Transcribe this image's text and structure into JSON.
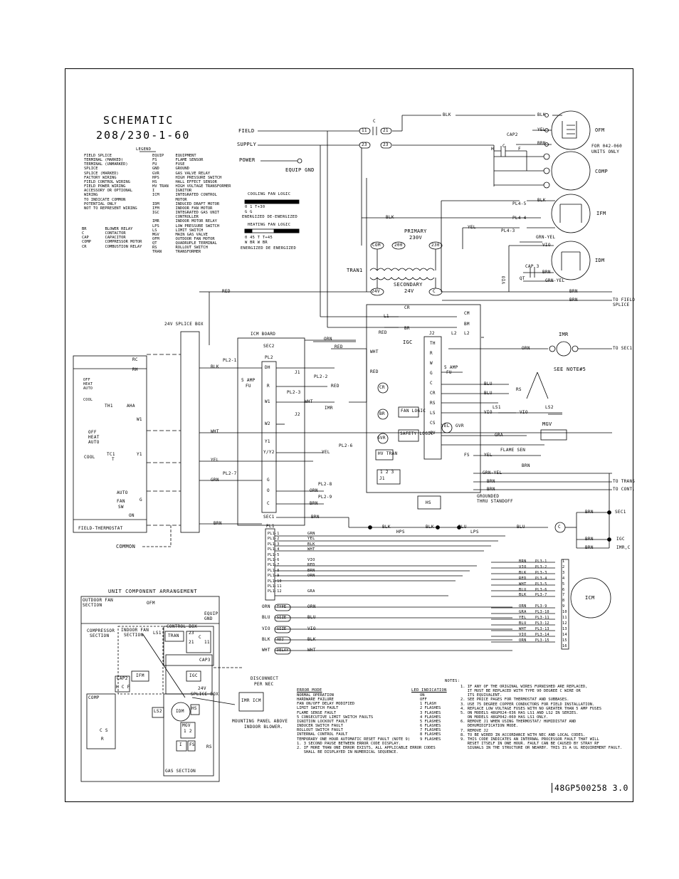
{
  "title": {
    "line1": "SCHEMATIC",
    "line2": "208/230-1-60"
  },
  "legend": {
    "heading": "LEGEND",
    "symbols": [
      "FIELD SPLICE",
      "TERMINAL (MARKED)",
      "TERMINAL (UNMARKED)",
      "SPLICE",
      "SPLICE (MARKED)",
      "FACTORY WIRING",
      "FIELD CONTROL WIRING",
      "FIELD POWER WIRING",
      "ACCESSORY OR OPTIONAL",
      "WIRING",
      "TO INDICATE COMMON",
      "POTENTIAL ONLY",
      "NOT TO REPRESENT WIRING"
    ],
    "abbr_left": "BR        BLOWER RELAY\nC         CONTACTOR\nCAP       CAPACITOR\nCOMP      COMPRESSOR MOTOR\nCR        COMBUSTION RELAY",
    "abbr_right": "EQUIP     EQUIPMENT\nFS        FLAME SENSOR\nFU        FUSE\nGND       GROUND\nGVR       GAS VALVE RELAY\nHPS       HIGH PRESSURE SWITCH\nHS        HALL EFFECT SENSOR\nHV TRAN   HIGH VOLTAGE TRANSFORMER\nI         IGNITOR\nICM       INTEGRATED CONTROL\n          MOTOR\nIDM       INDUCED DRAFT MOTOR\nIFM       INDOOR FAN MOTOR\nIGC       INTEGRATED GAS UNIT\n          CONTROLLER\nIMR       INDOOR MOTOR RELAY\nLPS       LOW PRESSURE SWITCH\nLS        LIMIT SWITCH\nMGV       MAIN GAS VALVE\nOFM       OUTDOOR FAN MOTOR\nQT        QUADRUPLE TERMINAL\nRS        ROLLOUT SWITCH\nTRAN      TRANSFORMER"
  },
  "fan_logic": {
    "cooling": "COOLING FAN LOGIC",
    "cool_nums": "0         1      T+30",
    "cool_g": "G         G",
    "cool_states": "ENERGIZED  DE-ENERGIZED",
    "heating": "HEATING FAN LOGIC",
    "heat_nums": "0  45       T     T+45",
    "heat_w": "W  BR       W      BR",
    "heat_states": "ENERGIZED  DE ENERGIZED"
  },
  "power": {
    "field": "FIELD",
    "supply": "SUPPLY",
    "power": "POWER",
    "equip_gnd": "EQUIP GND",
    "c": "C",
    "t11": "11",
    "t21": "21",
    "t23a": "23",
    "t23b": "23",
    "blk": "BLK",
    "cap2": "CAP2",
    "h": "H",
    "cc": "C",
    "f": "F",
    "for_units": "FOR 042-060",
    "units_only": "UNITS ONLY",
    "ofm": "OFM",
    "comp": "COMP",
    "ifm": "IFM",
    "idm": "IDM",
    "blk2": "BLK",
    "yel": "YEL",
    "brn": "BRN",
    "pl45": "PL4-5",
    "pl44": "PL4-4",
    "pl43": "PL4-3",
    "grn_yel": "GRN-YEL",
    "cap3": "CAP 3",
    "qt": "QT",
    "vio": "VIO",
    "yel3": "YEL",
    "blk3": "BLK",
    "vio2": "VIO",
    "blk4": "BLK",
    "brn2": "BRN",
    "grn_yel2": "GRN-YEL"
  },
  "tran": {
    "label": "TRAN1",
    "com": "COM",
    "v200": "200",
    "v230": "230",
    "primary": "PRIMARY",
    "primary_v": "230V",
    "secondary": "SECONDARY",
    "secondary_v": "24V",
    "v24": "24V",
    "c": "C",
    "red": "RED",
    "brn1": "BRN",
    "brn2": "BRN",
    "to_field": "TO FIELD",
    "splice": "SPLICE"
  },
  "igc": {
    "label": "IGC",
    "j2": "J2",
    "cr": "CR",
    "l1": "L1",
    "br": "BR",
    "cm": "CM",
    "bm": "BM",
    "l2a": "L2",
    "l2b": "L2",
    "fuse": "5 AMP",
    "fu": "FU",
    "terms": [
      "TH",
      "R",
      "W",
      "G",
      "C",
      "CR",
      "RS",
      "LS",
      "CS",
      "GV",
      "FS"
    ],
    "fan_logic": "FAN LOGIC",
    "safety": "SAFETY LOGIC",
    "hv_tran": "HV TRAN",
    "j1": "J1",
    "j1n": "1 2 3",
    "cr2": "CR",
    "br2": "BR",
    "gvr": "GVR",
    "gvr2": "GVR",
    "yel": "YEL",
    "imr": "IMR",
    "orn": "ORN",
    "to_sec1": "TO SEC1",
    "see_note": "SEE NOTE#5",
    "blu1": "BLU",
    "blu2": "BLU",
    "vio1": "VIO",
    "vio2": "VIO",
    "rs": "RS",
    "ls1": "LS1",
    "ls2": "LS2",
    "gra": "GRA",
    "mgv": "MGV",
    "flame": "FLAME SEN",
    "yel2": "YEL",
    "brn": "BRN",
    "grn_yel": "GRN-YEL",
    "brn3": "BRN",
    "brn4": "BRN",
    "to_trans": "TO TRANS",
    "to_cont": "TO CONT.",
    "hs": "HS",
    "grounded": "GROUNDED",
    "thru": "THRU STANDOFF",
    "red": "RED",
    "wht": "WHT",
    "red2": "RED"
  },
  "splice_box": {
    "label": "24V SPLICE BOX",
    "common": "COMMON",
    "red": "RED",
    "blk": "BLK",
    "wht": "WHT",
    "yel": "YEL",
    "grn": "GRN",
    "brn": "BRN",
    "pl21": "PL2-1",
    "pl27": "PL2-7"
  },
  "thermostat": {
    "label": "FIELD-THERMOSTAT",
    "rc": "RC",
    "rh": "RH",
    "off": "OFF",
    "heat": "HEAT",
    "auto": "AUTO",
    "cool": "COOL",
    "th1": "TH1",
    "aha": "AHA",
    "w1": "W1",
    "tc1": "TC1",
    "y1": "Y1",
    "fan": "FAN",
    "sw": "SW",
    "g": "G",
    "on": "ON",
    "auto2": "AUTO",
    "r": "R",
    "t": "T",
    "off2": "OFF",
    "heat2": "HEAT",
    "auto3": "AUTO",
    "cool2": "COOL"
  },
  "icm_board": {
    "label": "ICM BOARD",
    "sec2": "SEC2",
    "pl2": "PL2",
    "dh": "DH",
    "r": "R",
    "w1": "W1",
    "w2": "W2",
    "y1": "Y1",
    "yy2": "Y/Y2",
    "g": "G",
    "o": "O",
    "c": "C",
    "fuse": "5 AMP",
    "fu": "FU",
    "j1": "J1",
    "j2": "J2",
    "pl22": "PL2-2",
    "pl23": "PL2-3",
    "pl26": "PL2-6",
    "pl28": "PL2-8",
    "pl29": "PL2-9",
    "orn": "ORN",
    "red": "RED",
    "red2": "RED",
    "wht": "WHT",
    "imr": "IMR",
    "yel": "YEL",
    "orn2": "ORN",
    "brn": "BRN",
    "brn2": "BRN",
    "sec1": "SEC1"
  },
  "pl1": {
    "label": "PL1",
    "rows": [
      "PL1-1",
      "PL1-2",
      "PL1-3",
      "PL1-4",
      "PL1-5",
      "PL1-6",
      "PL1-7",
      "PL1-8",
      "PL1-9",
      "PL1-10",
      "PL1-11",
      "PL1-12"
    ],
    "colors": [
      "GRN",
      "YEL",
      "BLK",
      "WHT",
      "",
      "VIO",
      "RED",
      "BRN",
      "ORN",
      "",
      "",
      "GRA"
    ]
  },
  "hps_row": {
    "blk": "BLK",
    "hps": "HPS",
    "blk2": "BLK",
    "blu": "BLU",
    "lps": "LPS",
    "blu2": "BLU",
    "c": "C",
    "brn": "BRN",
    "sec1": "SEC1",
    "brn2": "BRN",
    "igc": "IGC",
    "brn3": "BRN",
    "imr_c": "IMR,C"
  },
  "taps": [
    {
      "left": "ORN",
      "tag": "TYPE",
      "wire": "ORN"
    },
    {
      "left": "BLU",
      "tag": "SIZE",
      "wire": "BLU"
    },
    {
      "left": "VIO",
      "tag": "SIZE",
      "wire": "VIO"
    },
    {
      "left": "BLK",
      "tag": "ADJ",
      "wire": "BLK"
    },
    {
      "left": "WHT",
      "tag": "DELAY",
      "wire": "WHT"
    }
  ],
  "pl3": {
    "rows": [
      {
        "c": "BRN",
        "p": "PL3-1",
        "n": "1"
      },
      {
        "c": "VIO",
        "p": "PL3-2",
        "n": "2"
      },
      {
        "c": "BLK",
        "p": "PL3-3",
        "n": "3"
      },
      {
        "c": "RED",
        "p": "PL3-4",
        "n": "4"
      },
      {
        "c": "WHT",
        "p": "PL3-5",
        "n": "5"
      },
      {
        "c": "BLU",
        "p": "PL3-6",
        "n": "6"
      },
      {
        "c": "BLK",
        "p": "PL3-7",
        "n": "7"
      },
      {
        "c": "",
        "p": "",
        "n": "8"
      },
      {
        "c": "ORN",
        "p": "PL3-9",
        "n": "9"
      },
      {
        "c": "GRA",
        "p": "PL3-10",
        "n": "10"
      },
      {
        "c": "YEL",
        "p": "PL3-11",
        "n": "11"
      },
      {
        "c": "BLU",
        "p": "PL3-12",
        "n": "12"
      },
      {
        "c": "WHT",
        "p": "PL3-13",
        "n": "13"
      },
      {
        "c": "VIO",
        "p": "PL3-14",
        "n": "14"
      },
      {
        "c": "ORN",
        "p": "PL3-15",
        "n": "15"
      },
      {
        "c": "",
        "p": "",
        "n": "16"
      }
    ],
    "icm": "ICM"
  },
  "arrangement": {
    "title": "UNIT COMPONENT ARRANGEMENT",
    "ofs": "OUTDOOR FAN",
    "section": "SECTION",
    "ofm": "OFM",
    "equip": "EQUIP",
    "gnd": "GND",
    "comp_sec": "COMPRESSOR",
    "comp_sec2": "SECTION",
    "indoor": "INDOOR FAN",
    "indoor2": "SECTION",
    "control": "CONTROL BOX",
    "ls1": "LS1",
    "tran": "TRAN",
    "n23": "23",
    "n21": "21",
    "n11": "11",
    "c": "C",
    "cap3": "CAP3",
    "cap2": "CAP2",
    "hcf": "H C F",
    "ifm": "IFM",
    "igc": "IGC",
    "splice": "24V",
    "splice2": "SPLICE BOX",
    "comp": "COMP",
    "cs": "C S",
    "r": "R",
    "ls2": "LS2",
    "idm": "IDM",
    "hs": "HS",
    "mgv": "MGV",
    "n12": "1 2",
    "i": "I",
    "fs": "FS",
    "rs": "RS",
    "gas": "GAS SECTION",
    "disc": "DISCONNECT",
    "per_nec": "PER NEC",
    "imr": "IMR",
    "icm": "ICM",
    "mount": "MOUNTING PANEL ABOVE",
    "mount2": "INDOOR BLOWER."
  },
  "errors": {
    "h1": "ERROR MODE",
    "h2": "LED INDICATION",
    "modes": "NORMAL OPERATION\nHARDWARE FAILURE\nFAN ON/OFF DELAY MODIFIED\nLIMIT SWITCH FAULT\nFLAME SENSE FAULT\n5 CONSECUTIVE LIMIT SWITCH FAULTS\nIGNITION LOCKOUT FAULT\nINDUCER SWITCH FAULT\nROLLOUT SWITCH FAULT\nINTERNAL CONTROL FAULT\nTEMPORARY ONE HOUR AUTOMATIC RESET FAULT (NOTE 9)\n1. 3 SECOND PAUSE BETWEEN ERROR CODE DISPLAY.\n2. IF MORE THAN ONE ERROR EXISTS, ALL APPLICABLE ERROR CODES\n   SHALL BE DISPLAYED IN NUMERICAL SEQUENCE.",
    "leds": "ON\nOFF\n1 FLASH\n2 FLASHES\n3 FLASHES\n4 FLASHES\n5 FLASHES\n6 FLASHES\n7 FLASHES\n8 FLASHES\n9 FLASHES"
  },
  "notes": {
    "h": "NOTES:",
    "body": "1. IF ANY OF THE ORIGINAL WIRES FURNISHED ARE REPLACED,\n   IT MUST BE REPLACED WITH TYPE 90 DEGREE C WIRE OR\n   ITS EQUIVALENT.\n2. SEE PRICE PAGES FOR THERMOSTAT AND SUBBASES.\n3. USE 75 DEGREE COPPER CONDUCTORS FOR FIELD INSTALLATION.\n4. REPLACE LOW VOLTAGE FUSES WITH NO GREATER THAN 5 AMP FUSES\n5. ON MODELS 48GP024-036 HAS LS1 AND LS2 IN SERIES.\n   ON MODELS 48GP042-060 HAS LS1 ONLY.\n6. REMOVE J1 WHEN USING THERMOSTAT/ HUMIDISTAT AND\n   DEHUMIDIFICATION MODE.\n7. REMOVE J2\n8. TO BE WIRED IN ACCORDANCE WITH NEC AND LOCAL CODES.\n9. THIS CODE INDICATES AN INTERNAL PROCESSOR FAULT THAT WILL\n   RESET ITSELF IN ONE HOUR. FAULT CAN BE CAUSED BY STRAY RF\n   SIGNALS IN THE STRUCTURE OR NEARBY. THIS IS A UL REQUIREMENT FAULT."
  },
  "footer": "48GP500258  3.0"
}
